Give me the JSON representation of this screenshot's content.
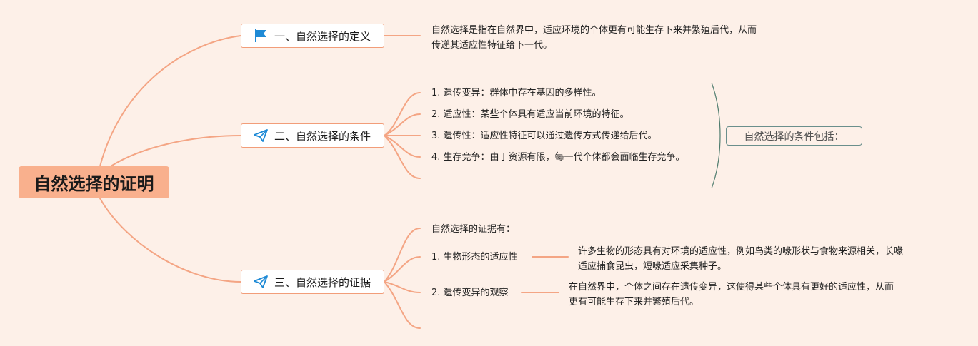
{
  "root": {
    "title": "自然选择的证明"
  },
  "branches": [
    {
      "label": "一、自然选择的定义",
      "icon": "flag-icon",
      "children": [
        {
          "lines": [
            "自然选择是指在自然界中，适应环境的个体更有可能生存下来并繁殖后代，从而",
            "传递其适应性特征给下一代。"
          ]
        }
      ]
    },
    {
      "label": "二、自然选择的条件",
      "icon": "paper-plane-icon",
      "children": [
        {
          "text": "1. 遗传变异：群体中存在基因的多样性。"
        },
        {
          "text": "2. 适应性：某些个体具有适应当前环境的特征。"
        },
        {
          "text": "3. 遗传性：适应性特征可以通过遗传方式传递给后代。"
        },
        {
          "text": "4. 生存竞争：由于资源有限，每一代个体都会面临生存竞争。"
        }
      ],
      "summary": "自然选择的条件包括："
    },
    {
      "label": "三、自然选择的证据",
      "icon": "paper-plane-icon",
      "children": [
        {
          "text": "自然选择的证据有："
        },
        {
          "text": "1. 生物形态的适应性",
          "detail": [
            "许多生物的形态具有对环境的适应性，例如鸟类的喙形状与食物来源相关，长喙",
            "适应捕食昆虫，短喙适应采集种子。"
          ]
        },
        {
          "text": "2. 遗传变异的观察",
          "detail": [
            "在自然界中，个体之间存在遗传变异，这使得某些个体具有更好的适应性，从而",
            "更有可能生存下来并繁殖后代。"
          ]
        }
      ]
    }
  ],
  "colors": {
    "background": "#fdf0e8",
    "root_fill": "#f9b08d",
    "link": "#f4a584",
    "branch_border": "#f29d79",
    "icon": "#1e8ad6",
    "summary_border": "#6a8f8c"
  }
}
